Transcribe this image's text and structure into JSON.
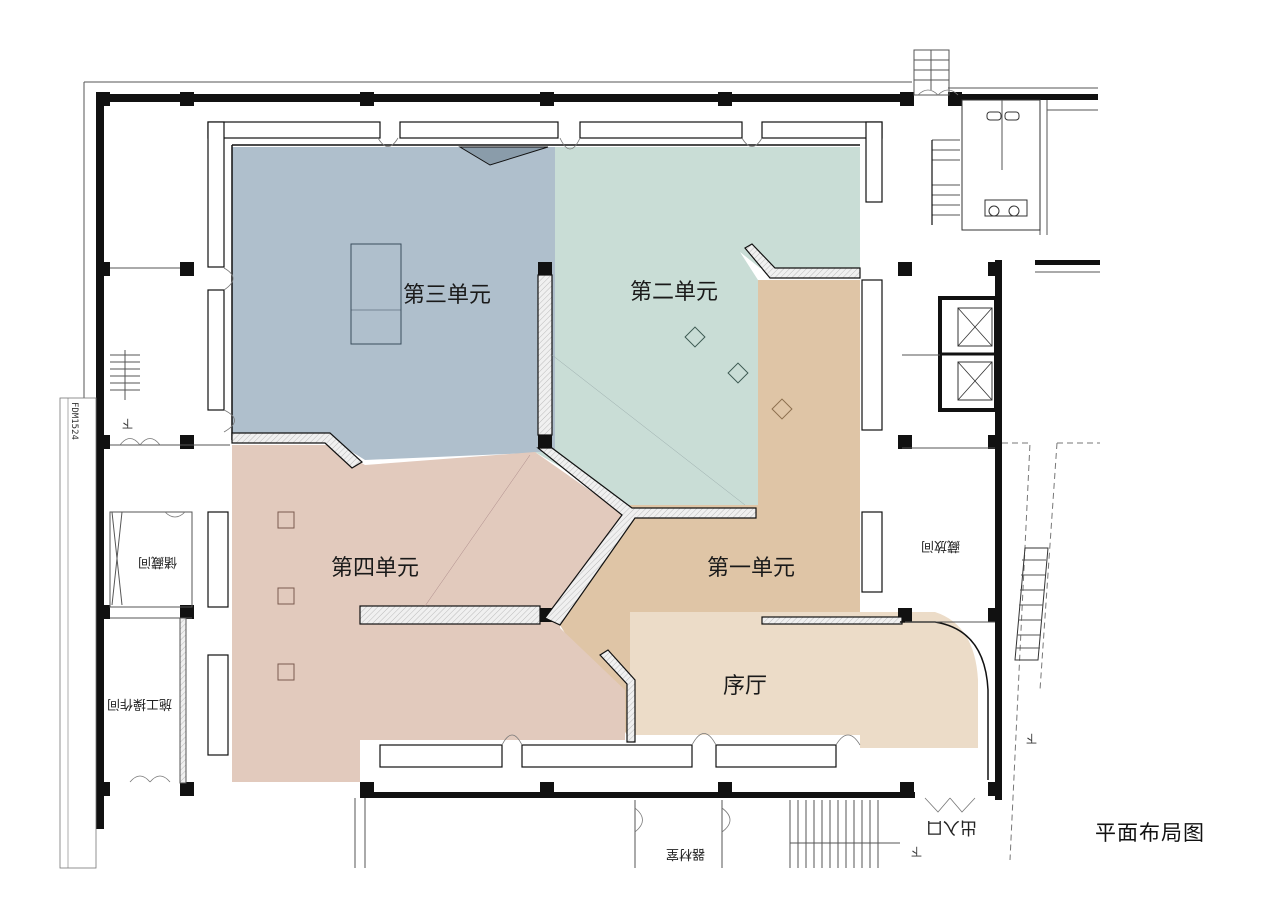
{
  "title": "平面布局图",
  "colors": {
    "unit_1": "#dfc5a6",
    "unit_2": "#c9ddd6",
    "unit_3": "#afbfcc",
    "unit_4": "#e2cabd",
    "foyer": "#ecdcc8",
    "wall": "#111111",
    "background": "#ffffff"
  },
  "zones": [
    {
      "id": "unit_1",
      "label": "第一单元"
    },
    {
      "id": "unit_2",
      "label": "第二单元"
    },
    {
      "id": "unit_3",
      "label": "第三单元"
    },
    {
      "id": "unit_4",
      "label": "第四单元"
    },
    {
      "id": "foyer",
      "label": "序厅"
    }
  ],
  "rooms": [
    {
      "id": "storage_left",
      "label": "储藏间"
    },
    {
      "id": "workshop",
      "label": "施工操作间"
    },
    {
      "id": "storage_right",
      "label": "藏放间"
    },
    {
      "id": "equipment_room",
      "label": "器材室"
    },
    {
      "id": "entrance",
      "label": "出入口"
    }
  ],
  "annotations": {
    "door_code": "FDM1524",
    "stair_marker": "下"
  }
}
